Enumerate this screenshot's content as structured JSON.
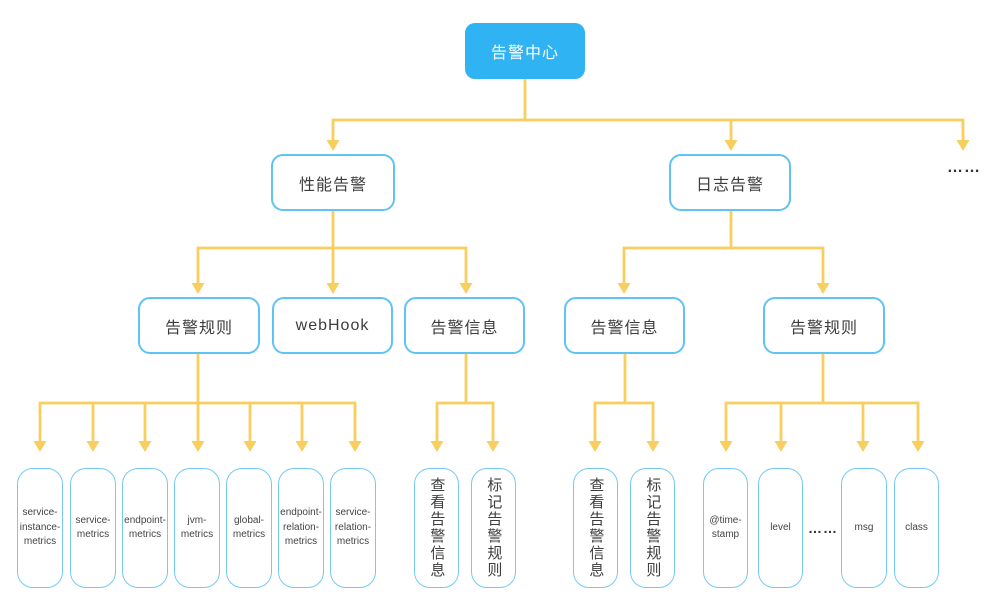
{
  "diagram": {
    "root": {
      "label": "告警中心"
    },
    "level2": {
      "performance_alert": "性能告警",
      "log_alert": "日志告警",
      "more_ellipsis": "……"
    },
    "level3": {
      "performance_rules": "告警规则",
      "webhook": "webHook",
      "performance_info": "告警信息",
      "log_info": "告警信息",
      "log_rules": "告警规则"
    },
    "performance_metric_leaves": [
      "service-instance-metrics",
      "service-metrics",
      "endpoint-metrics",
      "jvm-metrics",
      "global-metrics",
      "endpoint-relation-metrics",
      "service-relation-metrics"
    ],
    "performance_info_actions": [
      "查看告警信息",
      "标记告警规则"
    ],
    "log_info_actions": [
      "查看告警信息",
      "标记告警规则"
    ],
    "log_field_leaves": [
      "@time-stamp",
      "level",
      "……",
      "msg",
      "class"
    ],
    "colors": {
      "root_fill": "#2FB3F2",
      "root_text": "#FFFFFF",
      "box_border": "#5FC3F3",
      "leaf_border": "#74CAF4",
      "connector": "#F8CE5E",
      "text": "#3D3D3D"
    }
  }
}
